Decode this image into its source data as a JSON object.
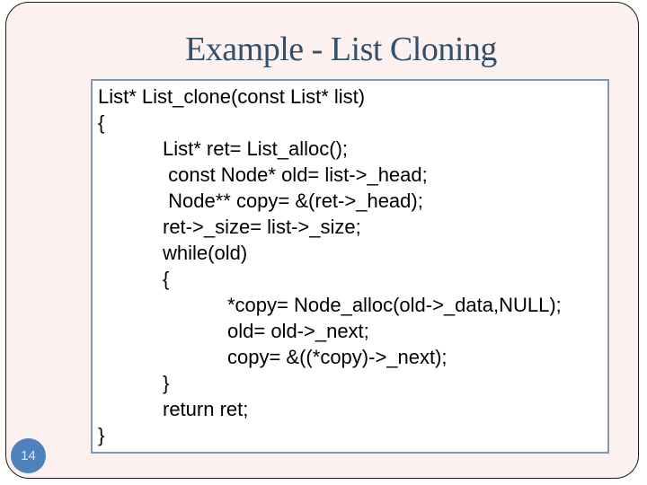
{
  "slide": {
    "title": "Example - List Cloning",
    "page_number": "14",
    "code": "List* List_clone(const List* list)\n{\n\tList* ret= List_alloc();\n\t const Node* old= list->_head;\n\t Node** copy= &(ret->_head);\n\tret->_size= list->_size;\n\twhile(old)\n\t{\n\t\t*copy= Node_alloc(old->_data,NULL);\n\t\told= old->_next;\n\t\tcopy= &((*copy)->_next);\n\t}\n\treturn ret;\n}"
  },
  "colors": {
    "page_bg": "#ffffff",
    "slide_bg": "#fdf1f0",
    "slide_border": "#1a1a1a",
    "title": "#31506e",
    "code_box_border": "#7d99b4",
    "code_box_bg": "#ffffff",
    "code_text": "#000000",
    "badge_bg": "#4f81bd",
    "badge_text": "#dce6f1"
  }
}
